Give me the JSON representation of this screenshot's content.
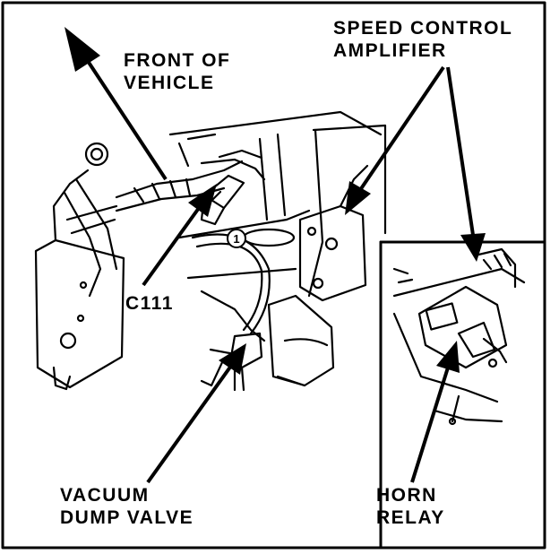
{
  "labels": {
    "front_line1": "FRONT OF",
    "front_line2": "VEHICLE",
    "speed_line1": "SPEED CONTROL",
    "speed_line2": "AMPLIFIER",
    "c111": "C111",
    "vacuum_line1": "VACUUM",
    "vacuum_line2": "DUMP VALVE",
    "horn_line1": "HORN",
    "horn_line2": "RELAY",
    "circle_marker": "1"
  }
}
